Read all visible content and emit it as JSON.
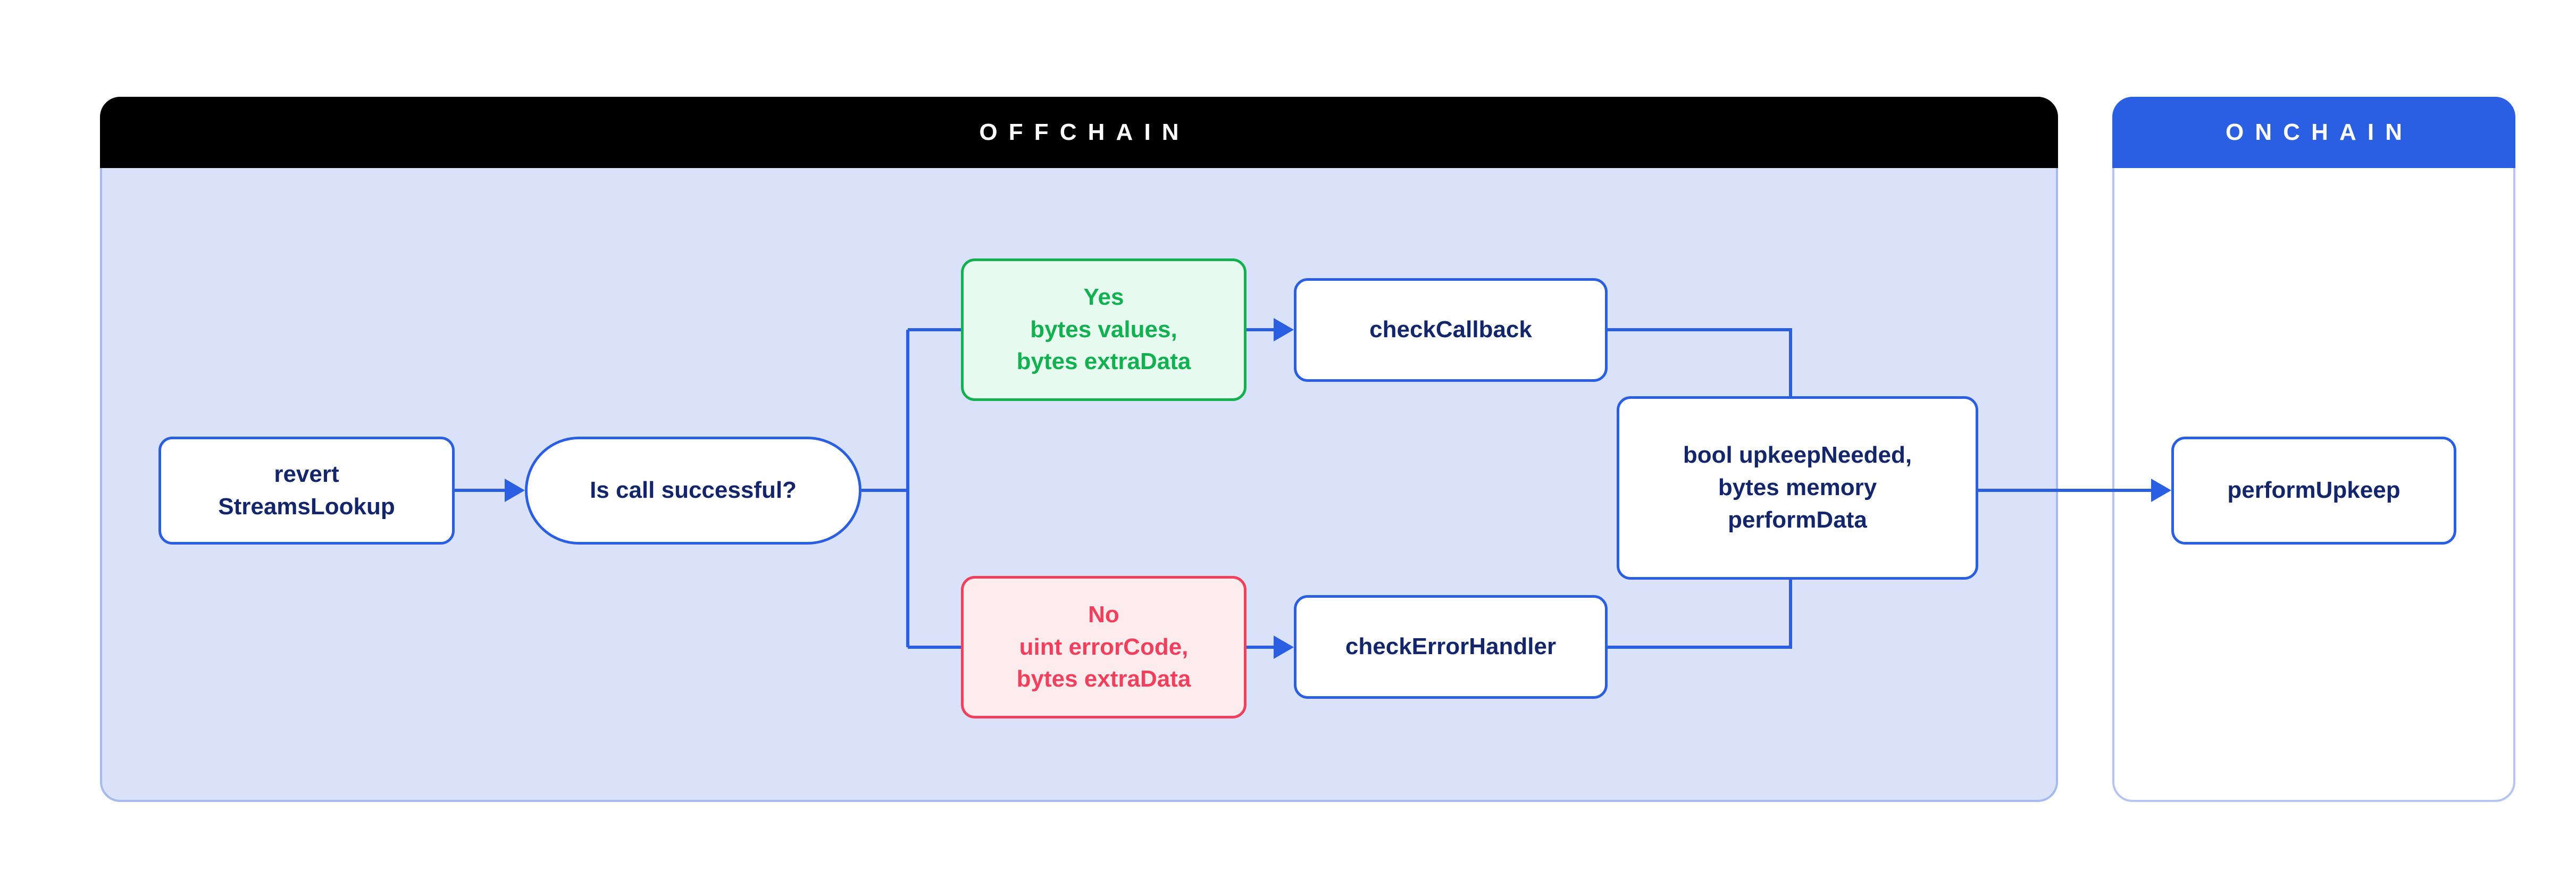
{
  "diagram": {
    "offchain": {
      "title": "OFFCHAIN"
    },
    "onchain": {
      "title": "ONCHAIN"
    },
    "nodes": {
      "revert": {
        "lines": [
          "revert",
          "StreamsLookup"
        ]
      },
      "question": {
        "label": "Is call successful?"
      },
      "yes": {
        "lines": [
          "Yes",
          "bytes values,",
          "bytes extraData"
        ]
      },
      "check_callback": {
        "label": "checkCallback"
      },
      "no": {
        "lines": [
          "No",
          "uint errorCode,",
          "bytes extraData"
        ]
      },
      "check_error_handler": {
        "label": "checkErrorHandler"
      },
      "result": {
        "lines": [
          "bool upkeepNeeded,",
          "bytes memory",
          "performData"
        ]
      },
      "perform_upkeep": {
        "label": "performUpkeep"
      }
    }
  },
  "colors": {
    "accent": "#2b5fe3",
    "navy": "#14266b",
    "green": "#12b150",
    "green-bg": "#e7fbf1",
    "red": "#f23f5c",
    "red-bg": "#fdecee",
    "offchain-bg": "#d9e2f8",
    "offchain-border": "#a6baf0",
    "offchain-header": "#000000",
    "onchain-header": "#2b5fe3",
    "onchain-border": "#b6c4f2",
    "page-bg": "#ffffff"
  }
}
